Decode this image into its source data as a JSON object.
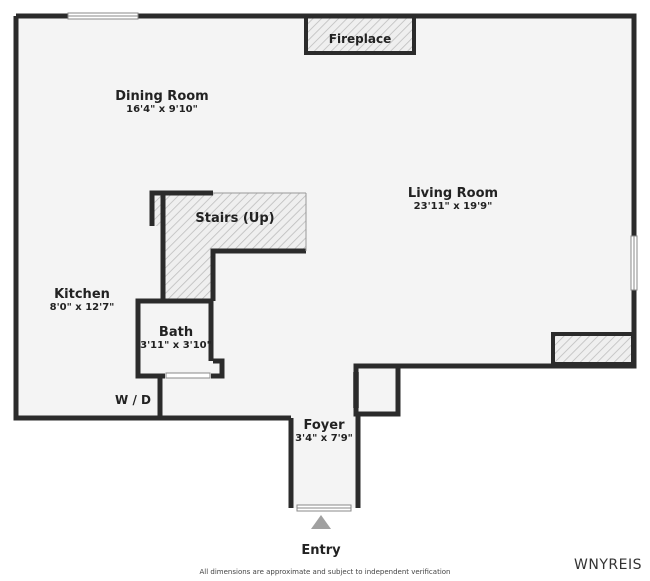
{
  "rooms": {
    "dining": {
      "name": "Dining Room",
      "dims": "16'4\" x 9'10\""
    },
    "living": {
      "name": "Living Room",
      "dims": "23'11\" x 19'9\""
    },
    "kitchen": {
      "name": "Kitchen",
      "dims": "8'0\" x 12'7\""
    },
    "bath": {
      "name": "Bath",
      "dims": "3'11\" x 3'10\""
    },
    "foyer": {
      "name": "Foyer",
      "dims": "3'4\" x 7'9\""
    }
  },
  "labels": {
    "fireplace": "Fireplace",
    "stairs": "Stairs (Up)",
    "wd": "W / D",
    "entry": "Entry"
  },
  "footer": {
    "disclaimer": "All dimensions are approximate and subject to independent verification",
    "brand": "WNYREIS"
  },
  "colors": {
    "wall": "#2b2b2b",
    "floor": "#f4f4f4",
    "hatch": "#c8c8c8",
    "entry_arrow": "#a0a0a0"
  }
}
